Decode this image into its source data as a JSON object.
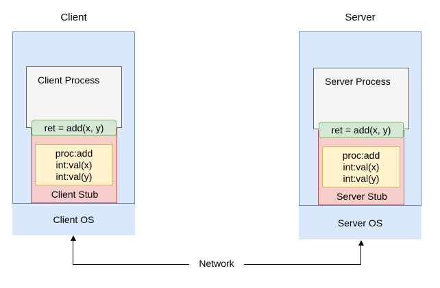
{
  "diagram": {
    "title_client": "Client",
    "title_server": "Server",
    "network_label": "Network"
  },
  "client": {
    "title": "Client",
    "process_label": "Client Process",
    "call_label": "ret = add(x, y)",
    "stub_label": "Client Stub",
    "os_label": "Client OS",
    "params": [
      "proc:add",
      "int:val(x)",
      "int:val(y)"
    ]
  },
  "server": {
    "title": "Server",
    "process_label": "Server Process",
    "call_label": "ret = add(x, y)",
    "stub_label": "Server Stub",
    "os_label": "Server OS",
    "params": [
      "proc:add",
      "int:val(x)",
      "int:val(y)"
    ]
  },
  "colors": {
    "machine_fill": "#dae8fc",
    "machine_stroke": "#6c8ebf",
    "process_fill": "#f5f5f5",
    "process_stroke": "#666666",
    "stub_fill": "#f8cecc",
    "stub_stroke": "#b85450",
    "params_fill": "#fff2cc",
    "params_stroke": "#d6b656",
    "call_fill": "#d5e8d4",
    "call_stroke": "#82b366",
    "connector": "#000000",
    "background": "#ffffff"
  }
}
